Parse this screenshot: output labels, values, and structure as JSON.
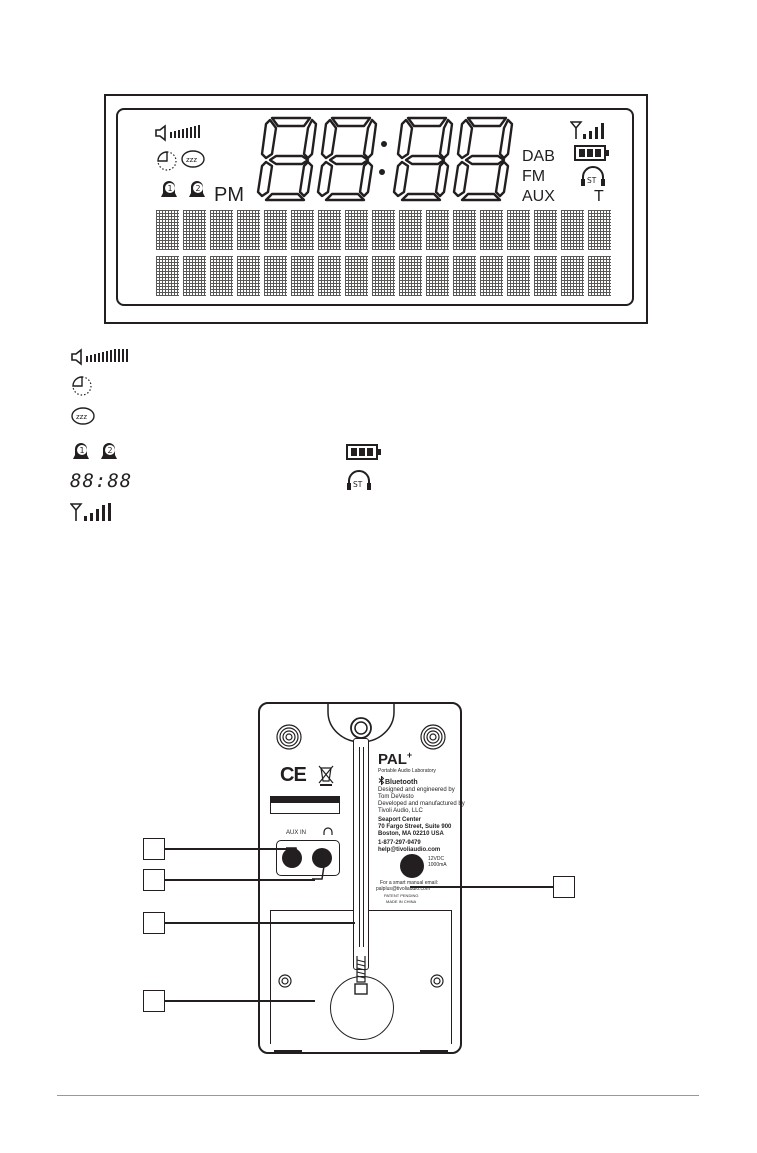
{
  "lcd": {
    "clock": "88:88",
    "pm": "PM",
    "sources": [
      "DAB",
      "FM",
      "AUX"
    ],
    "t_indicator": "T",
    "stereo": "ST",
    "alarm_1": "1",
    "alarm_2": "2"
  },
  "legend": {
    "clock": "88:88",
    "stereo": "ST"
  },
  "device": {
    "brand": "PAL",
    "brand_sup": "+",
    "subtitle": "Portable Audio Laboratory",
    "bluetooth": "Bluetooth",
    "lines": [
      "Designed and engineered by",
      "Tom DeVesto",
      "Developed and manufactured by",
      "Tivoli Audio, LLC"
    ],
    "address": [
      "Seaport Center",
      "70 Fargo Street, Suite 900",
      "Boston, MA 02210 USA"
    ],
    "phone": "1-877-297-9479",
    "email": "help@tivoliaudio.com",
    "aux_label": "AUX IN",
    "power": [
      "12VDC",
      "1000mA"
    ],
    "manual_text": [
      "For a smart manual email:",
      "palplus@tivoliaudio.com"
    ],
    "patent": "PATENT PENDING",
    "made_in": "MADE IN CHINA",
    "ce": "CE"
  }
}
